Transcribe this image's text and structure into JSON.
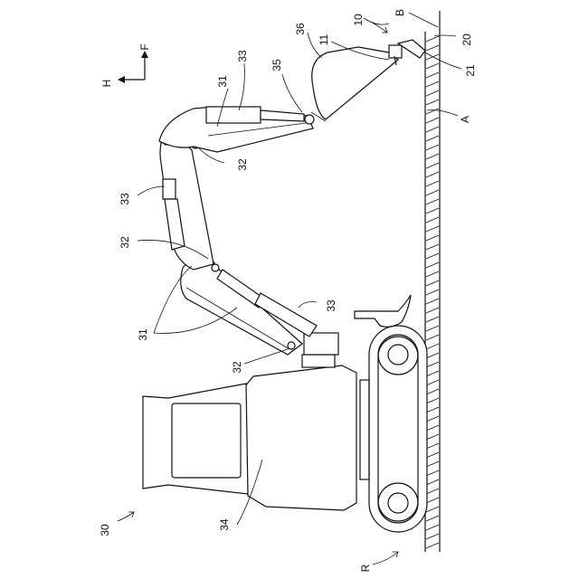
{
  "labels": {
    "l10": "10",
    "lB": "B",
    "l36": "36",
    "l11": "11",
    "l20": "20",
    "l21": "21",
    "l35": "35",
    "l33_top": "33",
    "l31_top": "31",
    "lA": "A",
    "l32_top": "32",
    "l33_left": "33",
    "l32_mid": "32",
    "l33_low": "33",
    "l31_low": "31",
    "l32_low": "32",
    "l30": "30",
    "l34": "34",
    "lR": "R",
    "lH": "H",
    "lF": "F"
  }
}
